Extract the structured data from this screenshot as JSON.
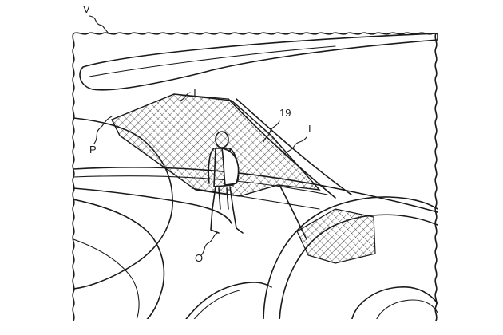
{
  "labels": {
    "vehicle": "V",
    "top": "T",
    "pillar": "19",
    "image": "I",
    "pedestrian": "O",
    "projection": "P"
  }
}
